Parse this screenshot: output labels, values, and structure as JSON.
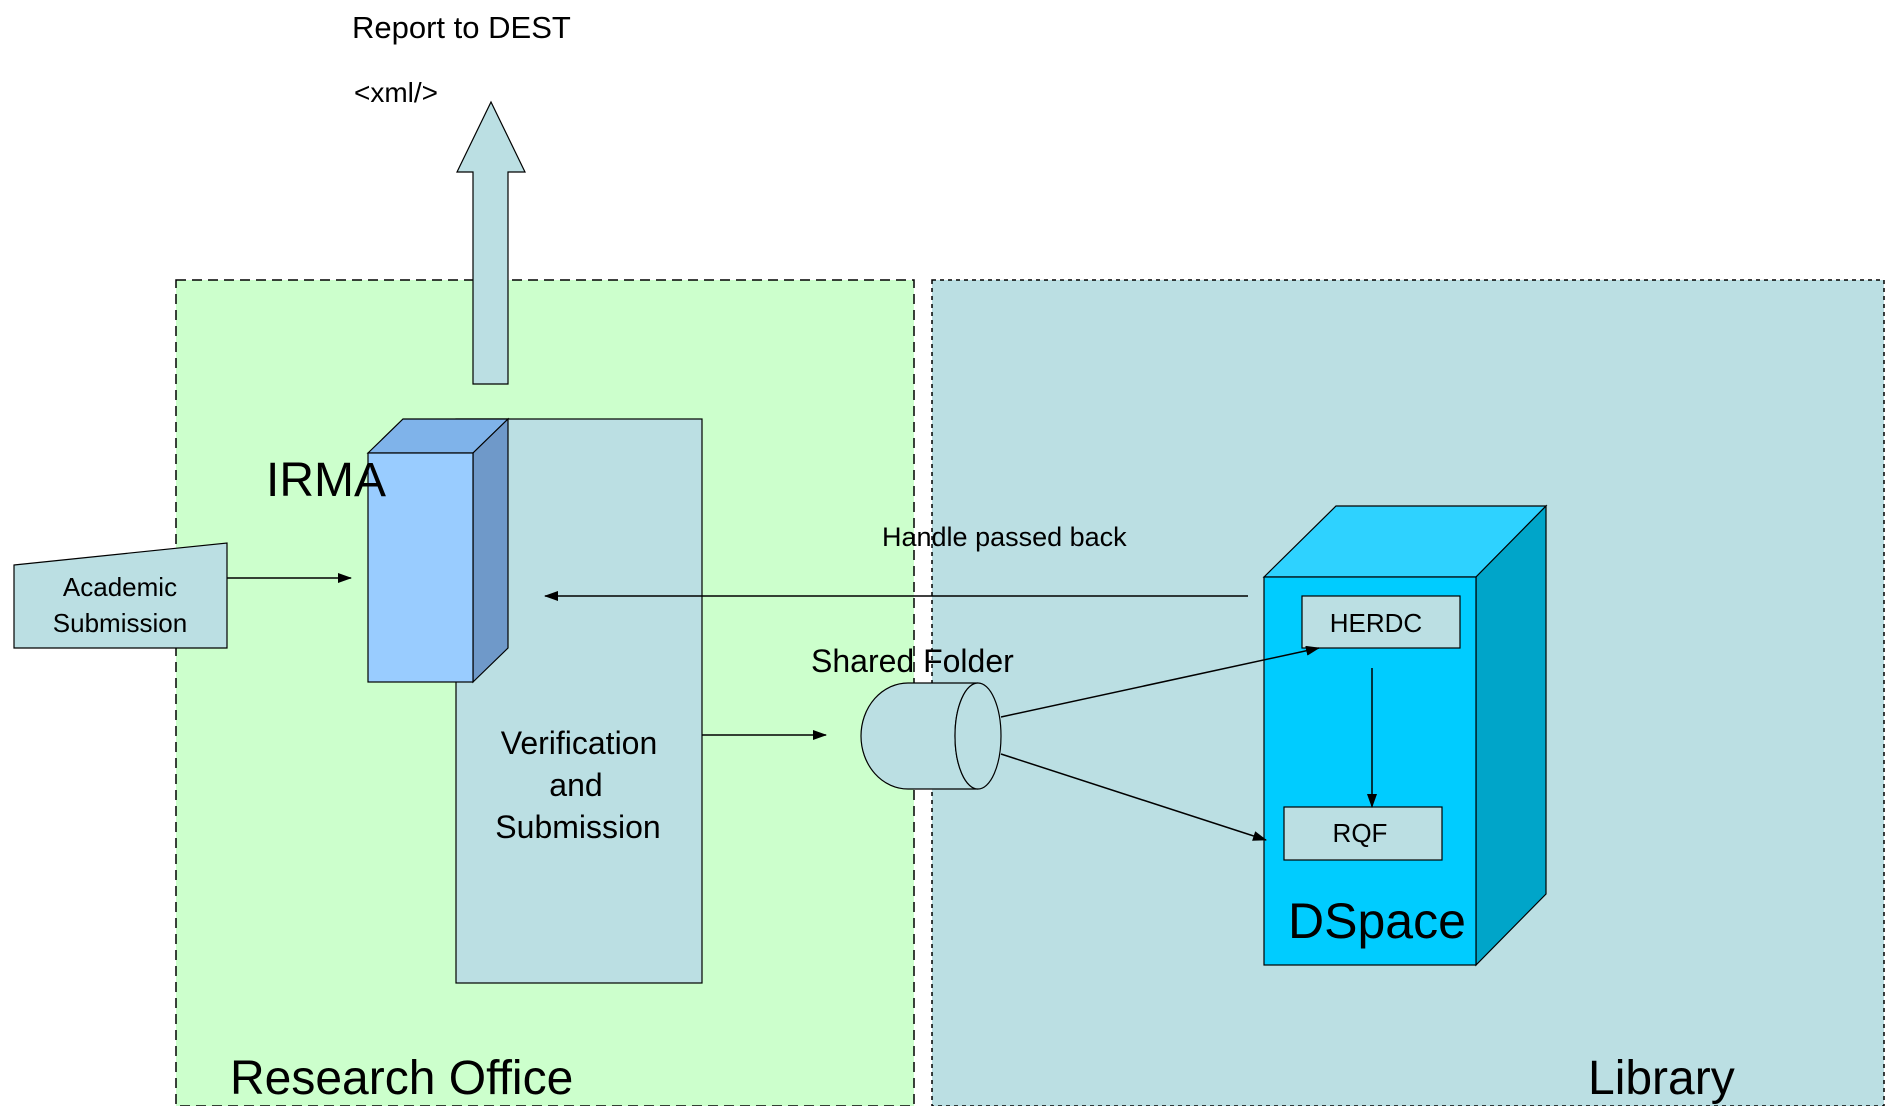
{
  "labels": {
    "report_to_dest": "Report to DEST",
    "xml_tag": "<xml/>",
    "irma": "IRMA",
    "academic_submission_line1": "Academic",
    "academic_submission_line2": "Submission",
    "verification_line1": "Verification",
    "verification_line2": "and",
    "verification_line3": "Submission",
    "handle_passed_back": "Handle passed back",
    "shared_folder": "Shared Folder",
    "herdc": "HERDC",
    "rqf": "RQF",
    "dspace": "DSpace",
    "research_office": "Research Office",
    "library": "Library"
  },
  "colors": {
    "research_office_fill": "#ccffcc",
    "library_fill": "#bbdfe3",
    "irma_front": "#99ccff",
    "irma_side": "#6f99c9",
    "verification_fill": "#bbdfe3",
    "dspace_front": "#00ccff",
    "dspace_side": "#00a5c9",
    "dspace_top": "#2ed2ff",
    "box_fill": "#bbdfe3",
    "line": "#000000"
  }
}
